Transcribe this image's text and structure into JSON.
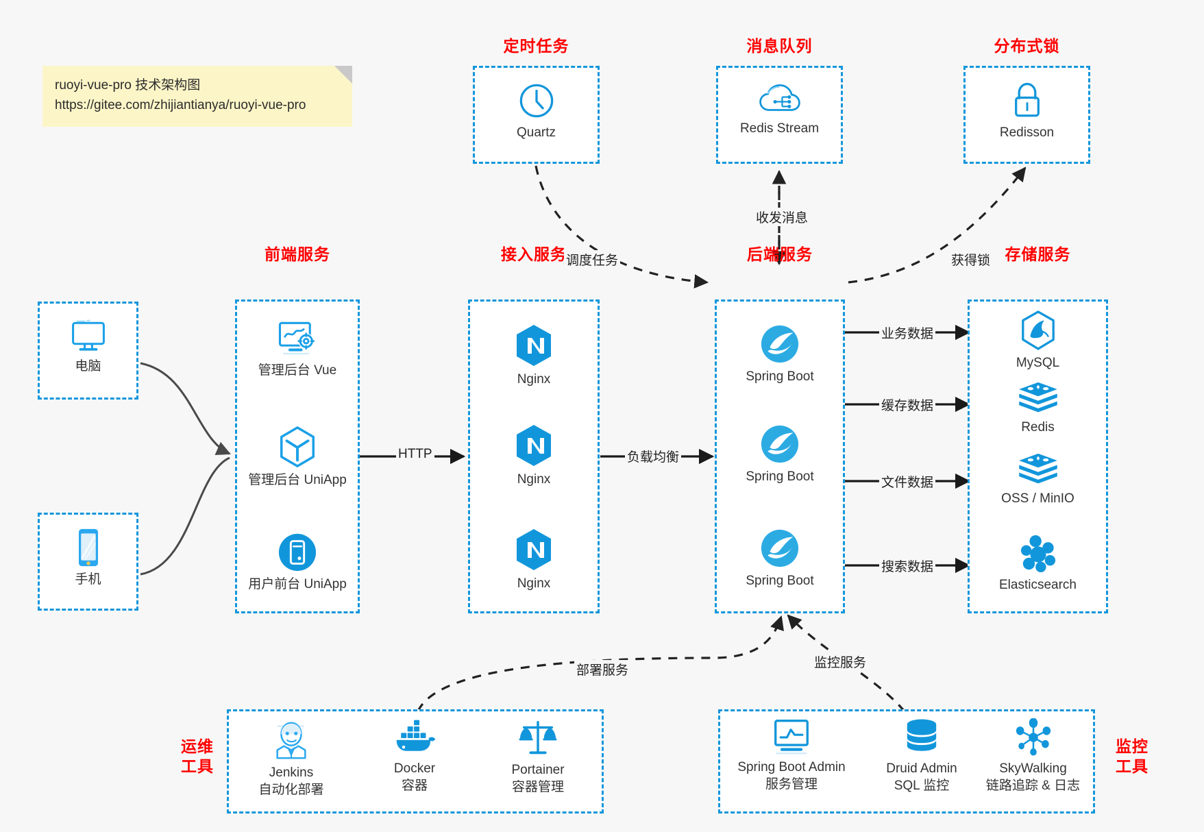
{
  "note": {
    "line1": "ruoyi-vue-pro 技术架构图",
    "line2": "https://gitee.com/zhijiantianya/ruoyi-vue-pro"
  },
  "colors": {
    "accent": "#1296db",
    "group_title": "#ff0000",
    "note_bg": "#fcf5c7",
    "canvas_bg": "#f7f7f7",
    "wire": "#3d3d3d",
    "solid_arrow": "#1a1a1a"
  },
  "groups": {
    "scheduler": {
      "title": "定时任务"
    },
    "mq": {
      "title": "消息队列"
    },
    "lock": {
      "title": "分布式锁"
    },
    "frontend": {
      "title": "前端服务"
    },
    "gateway": {
      "title": "接入服务"
    },
    "backend": {
      "title": "后端服务"
    },
    "storage": {
      "title": "存储服务"
    },
    "devops": {
      "title": "运维\n工具",
      "line1": "运维",
      "line2": "工具"
    },
    "monitor": {
      "title": "监控\n工具",
      "line1": "监控",
      "line2": "工具"
    }
  },
  "clients": [
    {
      "id": "pc",
      "label": "电脑",
      "icon": "desktop-monitor-icon"
    },
    {
      "id": "mobile",
      "label": "手机",
      "icon": "smartphone-icon"
    }
  ],
  "scheduler_nodes": [
    {
      "label": "Quartz",
      "icon": "clock-icon"
    }
  ],
  "mq_nodes": [
    {
      "label": "Redis Stream",
      "icon": "cloud-stream-icon"
    }
  ],
  "lock_nodes": [
    {
      "label": "Redisson",
      "icon": "padlock-icon"
    }
  ],
  "frontend_nodes": [
    {
      "label": "管理后台 Vue",
      "icon": "dashboard-gear-icon"
    },
    {
      "label": "管理后台 UniApp",
      "icon": "hexagon-cube-icon"
    },
    {
      "label": "用户前台 UniApp",
      "icon": "mobile-circle-icon"
    }
  ],
  "gateway_nodes": [
    {
      "label": "Nginx",
      "icon": "nginx-icon"
    },
    {
      "label": "Nginx",
      "icon": "nginx-icon"
    },
    {
      "label": "Nginx",
      "icon": "nginx-icon"
    }
  ],
  "backend_nodes": [
    {
      "label": "Spring Boot",
      "icon": "spring-boot-icon"
    },
    {
      "label": "Spring Boot",
      "icon": "spring-boot-icon"
    },
    {
      "label": "Spring Boot",
      "icon": "spring-boot-icon"
    }
  ],
  "storage_nodes": [
    {
      "label": "MySQL",
      "icon": "mysql-icon"
    },
    {
      "label": "Redis",
      "icon": "redis-icon"
    },
    {
      "label": "OSS / MinIO",
      "icon": "object-storage-icon"
    },
    {
      "label": "Elasticsearch",
      "icon": "elasticsearch-icon"
    }
  ],
  "devops_nodes": [
    {
      "name": "Jenkins",
      "desc": "自动化部署",
      "icon": "jenkins-icon"
    },
    {
      "name": "Docker",
      "desc": "容器",
      "icon": "docker-icon"
    },
    {
      "name": "Portainer",
      "desc": "容器管理",
      "icon": "scales-icon"
    }
  ],
  "monitor_nodes": [
    {
      "name": "Spring Boot Admin",
      "desc": "服务管理",
      "icon": "monitor-chart-icon"
    },
    {
      "name": "Druid Admin",
      "desc": "SQL 监控",
      "icon": "database-stack-icon"
    },
    {
      "name": "SkyWalking",
      "desc": "链路追踪 & 日志",
      "icon": "skywalking-icon"
    }
  ],
  "edge_labels": {
    "http": "HTTP",
    "load_balance": "负载均衡",
    "schedule_task": "调度任务",
    "send_receive_msg": "收发消息",
    "acquire_lock": "获得锁",
    "business_data": "业务数据",
    "cache_data": "缓存数据",
    "file_data": "文件数据",
    "search_data": "搜索数据",
    "deploy_service": "部署服务",
    "monitor_service": "监控服务"
  }
}
